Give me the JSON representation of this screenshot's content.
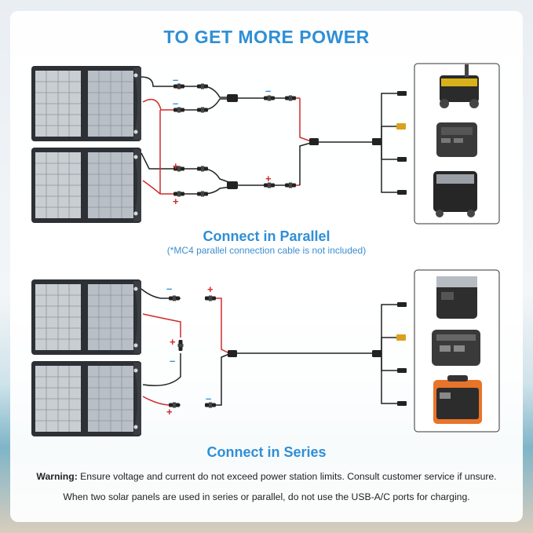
{
  "header": {
    "title": "TO GET MORE POWER"
  },
  "parallel": {
    "title": "Connect in Parallel",
    "note": "(*MC4 parallel connection cable is not included)"
  },
  "series": {
    "title": "Connect in Series"
  },
  "footer": {
    "warning_label": "Warning:",
    "warning_text": " Ensure voltage and current do not exceed power station limits. Consult customer service if unsure.",
    "usage_note": "When two solar panels are used in series or parallel, do not use the USB-A/C ports for charging."
  },
  "polarity": {
    "positive": "+",
    "negative": "–"
  },
  "colors": {
    "accent": "#2f8fd6",
    "positive_wire": "#d32a2a",
    "negative_wire": "#222222",
    "panel": "#2d3035"
  },
  "icons": [
    "solar-panel-icon",
    "mc4-connector-icon",
    "power-station-icon",
    "output-plug-icon"
  ]
}
